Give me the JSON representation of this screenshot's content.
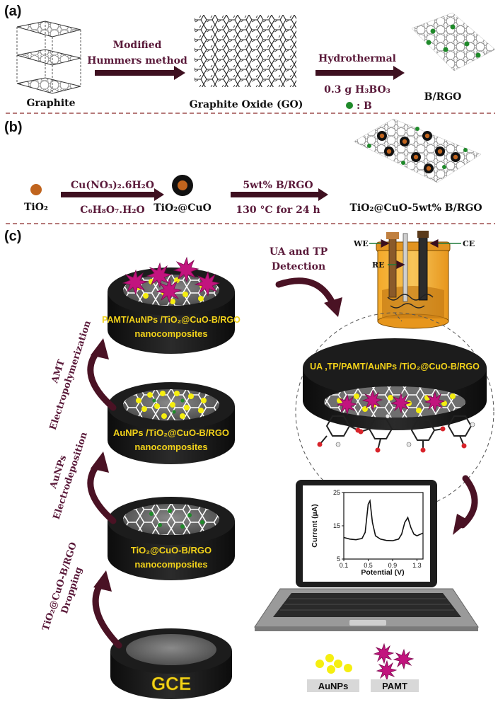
{
  "panels": {
    "a": {
      "label": "(a)",
      "graphite": "Graphite",
      "step1_top": "Modified",
      "step1_bottom": "Hummers method",
      "go": "Graphite  Oxide (GO)",
      "step2_top": "Hydrothermal",
      "step2_reagent": "0.3 g H₃BO₃",
      "boron_legend": ": B",
      "brgo": "B/RGO"
    },
    "b": {
      "label": "(b)",
      "tio2": "TiO₂",
      "step1_top": "Cu(NO₃)₂.6H₂O",
      "step1_bottom": "C₆H₈O₇.H₂O",
      "tio2_cuo": "TiO₂@CuO",
      "step2_top": "5wt%  B/RGO",
      "step2_bottom": "130 °C for 24 h",
      "product": "TiO₂@CuO-5wt%  B/RGO"
    },
    "c": {
      "label": "(c)",
      "electrodes": {
        "gce": "GCE",
        "e1_line1": "TiO₂@CuO-B/RGO",
        "e1_line2": "nanocomposites",
        "e2_line1": "AuNPs /TiO₂@CuO-B/RGO",
        "e2_line2": "nanocomposites",
        "e3_line1": "PAMT/AuNPs /TiO₂@CuO-B/RGO",
        "e3_line2": "nanocomposites",
        "big": "UA ,TP/PAMT/AuNPs /TiO₂@CuO-B/RGO"
      },
      "steps": {
        "s1_line1": "TiO₂@CuO-B/RGO",
        "s1_line2": "Dropping",
        "s2_line1": "AuNPs",
        "s2_line2": "Electrodeposition",
        "s3_line1": "AMT",
        "s3_line2": "Electropolymerization"
      },
      "detection_line1": "UA and TP",
      "detection_line2": "Detection",
      "cell_labels": {
        "we": "WE",
        "ce": "CE",
        "re": "RE"
      },
      "legend": {
        "aunps": "AuNPs",
        "pamt": "PAMT"
      }
    }
  },
  "colors": {
    "maroon": "#6b1530",
    "arrow": "#4a1224",
    "aunp": "#f5ee10",
    "pamt": "#c2147e",
    "boron": "#1f8a2a",
    "tio2": "#c0641e",
    "electrode_label": "#f2d21a",
    "electrode_body": "#151515"
  },
  "chart_data": {
    "type": "line",
    "xlabel": "Potential (V)",
    "ylabel": "Current  (µA)",
    "x_ticks": [
      "0.1",
      "0.5",
      "0.9",
      "1.3"
    ],
    "y_ticks": [
      "25",
      "15",
      "5"
    ],
    "xlim": [
      0.1,
      1.4
    ],
    "ylim": [
      5,
      25
    ],
    "series": [
      {
        "x": [
          0.1,
          0.2,
          0.3,
          0.4,
          0.45,
          0.5,
          0.53,
          0.57,
          0.62,
          0.7,
          0.8,
          0.9,
          1.0,
          1.05,
          1.1,
          1.15,
          1.2,
          1.25,
          1.3,
          1.4
        ],
        "y": [
          11.5,
          11.0,
          10.8,
          11.2,
          13.0,
          21.5,
          22.5,
          16.0,
          12.0,
          11.0,
          10.6,
          10.5,
          11.0,
          12.5,
          16.0,
          17.5,
          14.5,
          12.5,
          12.0,
          12.8
        ]
      }
    ]
  }
}
